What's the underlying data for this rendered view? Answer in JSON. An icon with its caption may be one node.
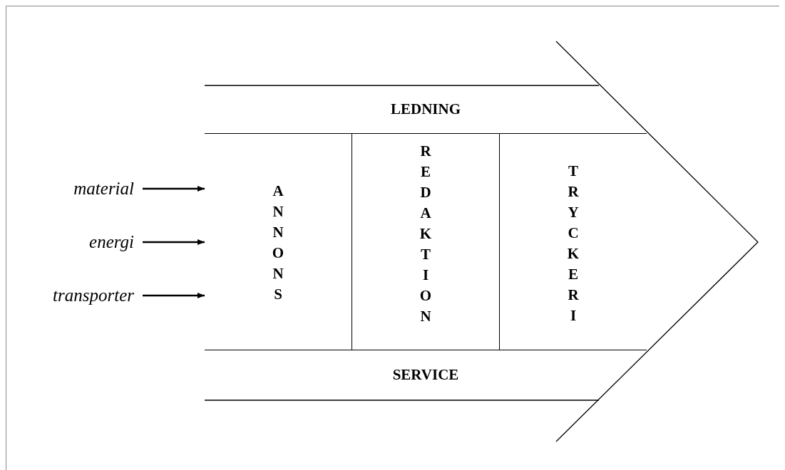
{
  "diagram": {
    "nodes": [
      {
        "text": [
          "LEDNING"
        ]
      },
      {
        "text": [
          "ANNONS"
        ]
      },
      {
        "text": [
          "REDAKTION"
        ]
      },
      {
        "text": [
          "TRYCKERI"
        ]
      },
      {
        "text": [
          "SERVICE"
        ]
      },
      {
        "text": [
          "material"
        ]
      },
      {
        "text": [
          "energi"
        ]
      },
      {
        "text": [
          "transporter"
        ]
      }
    ],
    "edges": [
      {
        "from": 5,
        "to": 1,
        "arrow": "to"
      },
      {
        "from": 6,
        "to": 1,
        "arrow": "to"
      },
      {
        "from": 7,
        "to": 1,
        "arrow": "to"
      }
    ]
  }
}
